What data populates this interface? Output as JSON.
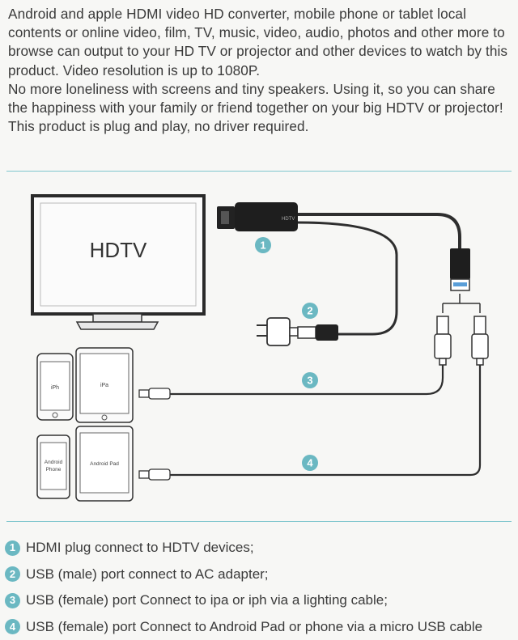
{
  "intro": [
    "Android and apple HDMI video HD converter, mobile phone or tablet local contents or online video, film, TV, music, video, audio, photos and other more to browse can output to your HD TV or projector and other devices to watch by this product. Video resolution is up to 1080P.",
    "No more loneliness with screens and tiny speakers. Using it, so you can share the happiness with your family or friend together on your big HDTV or projector!",
    "This product is plug and play, no driver required."
  ],
  "diagram": {
    "tv_label": "HDTV",
    "iph_label": "iPh",
    "ipa_label": "iPa",
    "android_phone_label_1": "Android",
    "android_phone_label_2": "Phone",
    "android_pad_label": "Android Pad",
    "dongle_text": "HDTV",
    "markers": [
      "1",
      "2",
      "3",
      "4"
    ]
  },
  "legend": [
    {
      "num": "1",
      "text": "HDMI plug connect to HDTV devices;"
    },
    {
      "num": "2",
      "text": "USB (male) port connect to AC adapter;"
    },
    {
      "num": "3",
      "text": "USB (female) port Connect to ipa or iph via a lighting cable;"
    },
    {
      "num": "4",
      "text": "USB (female) port Connect to Android Pad or phone via a micro USB cable"
    }
  ],
  "colors": {
    "accent": "#6bb8c2",
    "rule": "#7fc6cd",
    "text": "#3a3a3a",
    "cable": "#2e2e2e"
  }
}
